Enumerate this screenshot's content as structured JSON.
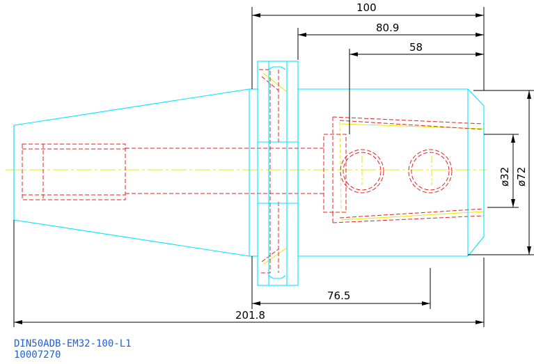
{
  "dimensions": {
    "d100": "100",
    "d80_9": "80.9",
    "d58": "58",
    "d76_5": "76.5",
    "d201_8": "201.8",
    "dia32": "ø32",
    "dia72": "ø72"
  },
  "title_block": {
    "part_number": "DIN50ADB-EM32-100-L1",
    "id": "10007270"
  },
  "colors": {
    "outline": "#00e5ff",
    "hidden": "#e02020",
    "centerline": "#e8e800",
    "dimension": "#000000",
    "text_blue": "#1f5fd6"
  }
}
